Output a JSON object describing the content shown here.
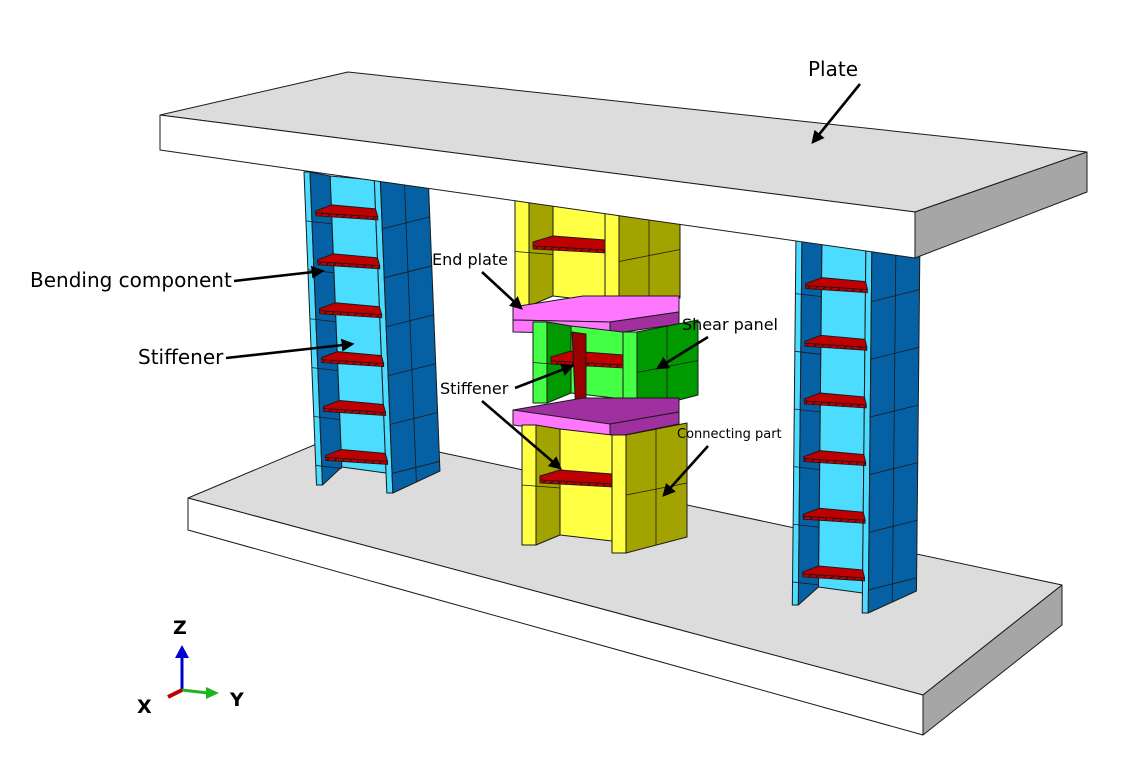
{
  "figure": {
    "type": "finite-element model",
    "labels": {
      "plate": "Plate",
      "bending_component": "Bending component",
      "stiffener_left": "Stiffener",
      "end_plate": "End plate",
      "shear_panel": "Shear panel",
      "stiffener_center": "Stiffener",
      "connecting_part": "Connecting part"
    },
    "triad": {
      "x": "X",
      "y": "Y",
      "z": "Z"
    },
    "colors": {
      "plate_top": "#dcdcdc",
      "plate_front": "#ffffff",
      "plate_side": "#a6a6a6",
      "bending_light": "#4cdcff",
      "bending_dark": "#0661a4",
      "stiffener": "#c00000",
      "connecting_light": "#ffff44",
      "connecting_dark": "#a3a300",
      "end_plate_light": "#ff77ff",
      "end_plate_dark": "#a030a0",
      "shear_light": "#44ff44",
      "shear_dark": "#009900",
      "axis_x": "#c00000",
      "axis_y": "#1fb31f",
      "axis_z": "#0000d0"
    },
    "bending_component_stiffener_count": 6
  }
}
